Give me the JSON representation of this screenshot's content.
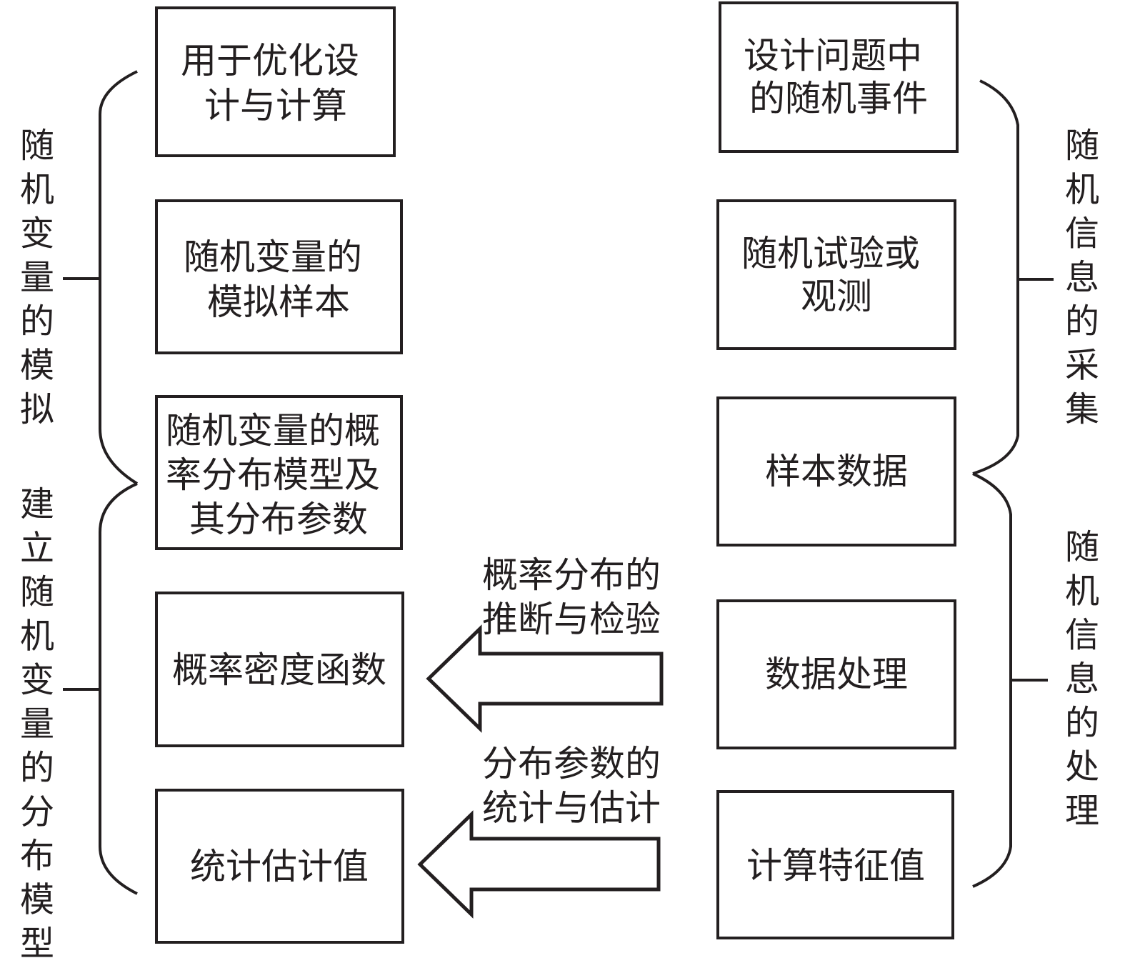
{
  "left_boxes": [
    {
      "lines": [
        "用于优化设",
        "计与计算"
      ]
    },
    {
      "lines": [
        "随机变量的",
        "模拟样本"
      ]
    },
    {
      "lines": [
        "随机变量的概",
        "率分布模型及",
        "其分布参数"
      ]
    },
    {
      "lines": [
        "概率密度函数"
      ]
    },
    {
      "lines": [
        "统计估计值"
      ]
    }
  ],
  "right_boxes": [
    {
      "lines": [
        "设计问题中",
        "的随机事件"
      ]
    },
    {
      "lines": [
        "随机试验或",
        "观测"
      ]
    },
    {
      "lines": [
        "样本数据"
      ]
    },
    {
      "lines": [
        "数据处理"
      ]
    },
    {
      "lines": [
        "计算特征值"
      ]
    }
  ],
  "left_brace_labels": [
    {
      "text": "随机变量的模拟"
    },
    {
      "text": "建立随机变量的分布模型"
    }
  ],
  "right_brace_labels": [
    {
      "text": "随机信息的采集"
    },
    {
      "text": "随机信息的处理"
    }
  ],
  "arrows": [
    {
      "lines": [
        "概率分布的",
        "推断与检验"
      ],
      "direction": "left"
    },
    {
      "lines": [
        "分布参数的",
        "统计与估计"
      ],
      "direction": "left"
    }
  ]
}
